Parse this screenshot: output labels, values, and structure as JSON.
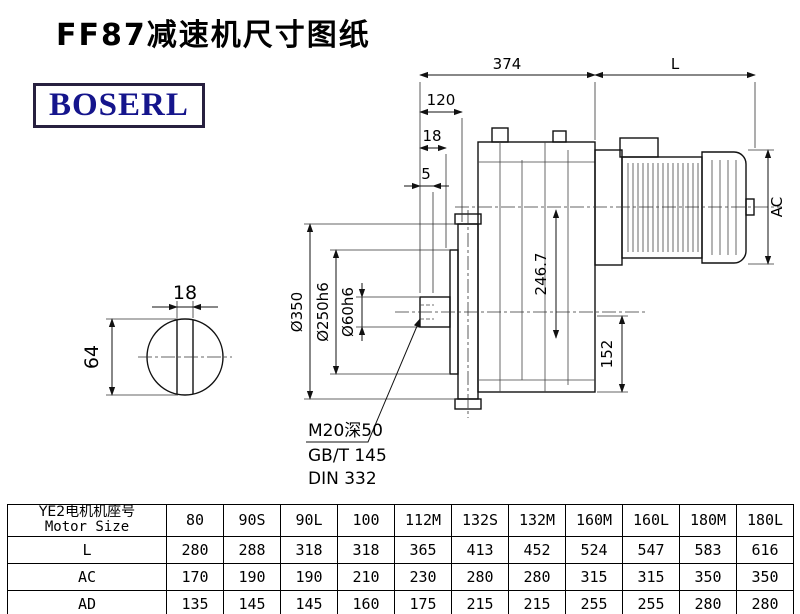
{
  "page": {
    "title": "FF87减速机尺寸图纸",
    "logo_text": "BOSERL"
  },
  "drawing": {
    "shaft_end_view": {
      "width_dim": "18",
      "height_dim": "64"
    },
    "dimensions": {
      "top_width": "374",
      "motor_length": "L",
      "flange_offset": "120",
      "step_offset": "18",
      "small_offset": "5",
      "motor_height": "AC",
      "center_height": "246.7",
      "flange_dia": "Ø350",
      "spigot_dia": "Ø250h6",
      "shaft_dia": "Ø60h6",
      "bottom_height": "152"
    },
    "notes": {
      "thread": "M20深50",
      "standard1": "GB/T 145",
      "standard2": "DIN 332"
    }
  },
  "table": {
    "frame_label_cn": "YE2电机机座号",
    "frame_label_en": "Motor Size",
    "sizes": [
      "80",
      "90S",
      "90L",
      "100",
      "112M",
      "132S",
      "132M",
      "160M",
      "160L",
      "180M",
      "180L"
    ],
    "rows": [
      {
        "label": "L",
        "values": [
          "280",
          "288",
          "318",
          "318",
          "365",
          "413",
          "452",
          "524",
          "547",
          "583",
          "616"
        ]
      },
      {
        "label": "AC",
        "values": [
          "170",
          "190",
          "190",
          "210",
          "230",
          "280",
          "280",
          "315",
          "315",
          "350",
          "350"
        ]
      },
      {
        "label": "AD",
        "values": [
          "135",
          "145",
          "145",
          "160",
          "175",
          "215",
          "215",
          "255",
          "255",
          "280",
          "280"
        ]
      }
    ]
  }
}
